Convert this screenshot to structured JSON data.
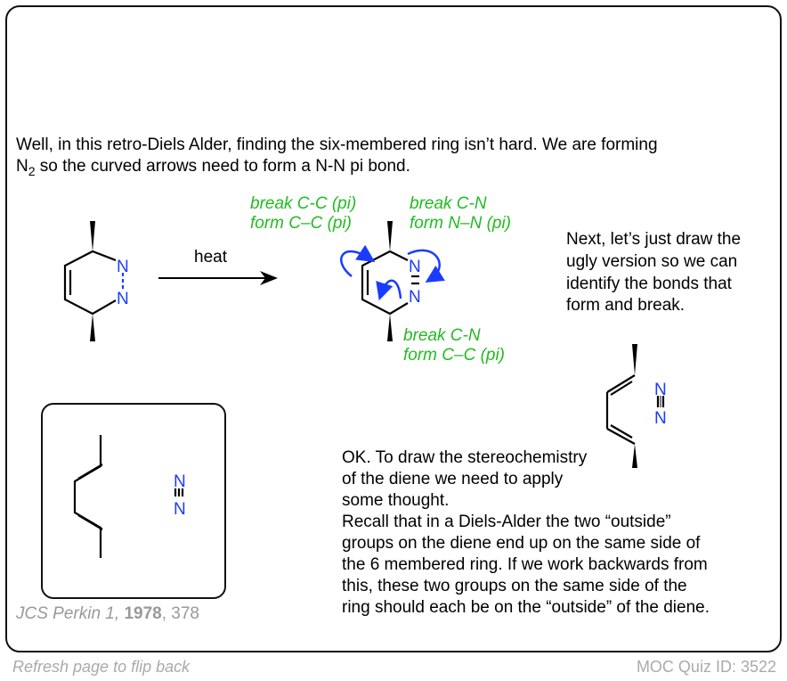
{
  "intro": {
    "line1": "Well, in this retro-Diels Alder, finding the six-membered ring isn’t hard. We are forming",
    "line2_a": "N",
    "line2_sub": "2",
    "line2_b": " so the curved arrows need to form a N-N pi bond."
  },
  "reaction": {
    "arrow_label": "heat",
    "atom_N": "N"
  },
  "labels": {
    "top_left": [
      "break C-C (pi)",
      "form C–C (pi)"
    ],
    "top_right": [
      "break C-N",
      "form N–N (pi)"
    ],
    "bottom": [
      "break C-N",
      "form C–C (pi)"
    ]
  },
  "next_text": [
    "Next, let’s just draw the",
    "ugly version so we can",
    "identify the bonds that",
    "form and break."
  ],
  "ok_text": [
    "OK. To draw the stereochemistry",
    "of the diene we need to apply",
    "some thought.",
    "Recall that in a Diels-Alder the two “outside”",
    "groups on the diene end up on the same side of",
    "the 6 membered ring. If we work backwards from",
    "this, these two groups on the same side of the",
    "ring should each be on the “outside” of the diene."
  ],
  "reference": {
    "journal": "JCS Perkin 1, ",
    "year": "1978",
    "page": ", 378"
  },
  "footer": {
    "left": "Refresh page to flip back",
    "right": "MOC Quiz ID: 3522"
  },
  "colors": {
    "green": "#22bb22",
    "blue": "#1a3cff"
  }
}
